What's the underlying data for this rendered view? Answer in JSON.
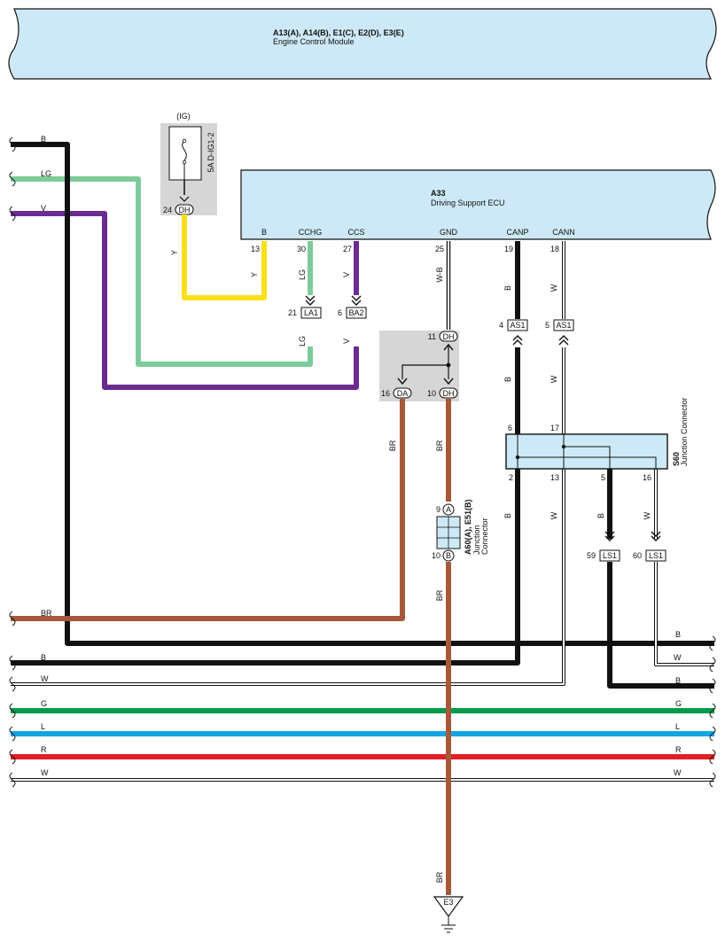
{
  "ecm": {
    "code": "A13(A), A14(B), E1(C), E2(D), E3(E)",
    "name": "Engine Control Module"
  },
  "ecu": {
    "code": "A33",
    "name": "Driving Support ECU",
    "pins": {
      "b": "B",
      "cchg": "CCHG",
      "ccs": "CCS",
      "gnd": "GND",
      "canp": "CANP",
      "cann": "CANN"
    },
    "pin_numbers": {
      "b": "13",
      "cchg": "30",
      "ccs": "27",
      "gnd": "25",
      "canp": "19",
      "cann": "18"
    }
  },
  "fuse": {
    "ig": "(IG)",
    "label": "5A D-IG1-2",
    "pin": "24",
    "conn": "DH"
  },
  "colors": {
    "B": "#111111",
    "LG": "#7dcb9b",
    "V": "#6b2c91",
    "Y": "#f7e01a",
    "BR": "#a8583a",
    "G": "#009a4a",
    "L": "#12a5e2",
    "R": "#e31e24",
    "W": "#ffffff",
    "box": "#cde9f7"
  },
  "wire_labels": {
    "b": "B",
    "lg": "LG",
    "v": "V",
    "y": "Y",
    "wb": "W-B",
    "w": "W",
    "br": "BR",
    "g": "G",
    "l": "L",
    "r": "R"
  },
  "connectors": {
    "la1": {
      "pin": "21",
      "name": "LA1"
    },
    "ba2": {
      "pin": "6",
      "name": "BA2"
    },
    "as1p": {
      "pin": "4",
      "name": "AS1"
    },
    "as1n": {
      "pin": "5",
      "name": "AS1"
    },
    "dh11": {
      "pin": "11",
      "name": "DH"
    },
    "da16": {
      "pin": "16",
      "name": "DA"
    },
    "dh10": {
      "pin": "10",
      "name": "DH"
    },
    "ls1a": {
      "pin": "59",
      "name": "LS1"
    },
    "ls1b": {
      "pin": "60",
      "name": "LS1"
    }
  },
  "s60": {
    "code": "S60",
    "name": "Junction Connector",
    "pins": {
      "p6": "6",
      "p17": "17",
      "p2": "2",
      "p13": "13",
      "p5": "5",
      "p16": "16"
    }
  },
  "a60": {
    "code": "A60(A), E51(B)",
    "name": "Junction",
    "name2": "Connector",
    "pin_a": "9",
    "letter_a": "A",
    "pin_b": "10",
    "letter_b": "B"
  },
  "ground": {
    "name": "E3"
  }
}
